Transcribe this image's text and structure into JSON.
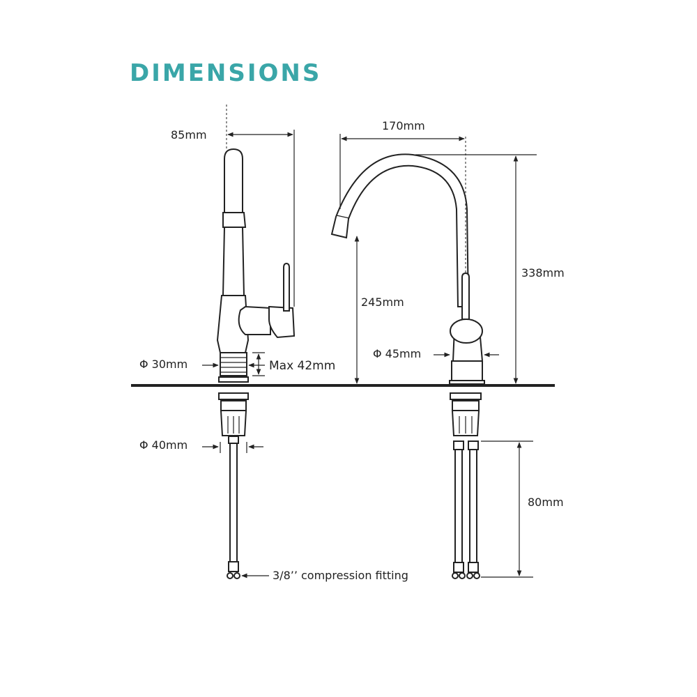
{
  "title": "DIMENSIONS",
  "labels": {
    "reach": "85mm",
    "spout_reach": "170mm",
    "total_height": "338mm",
    "spout_height": "245mm",
    "hole_diameter": "Φ 30mm",
    "base_diameter": "Φ 45mm",
    "max_thickness": "Max  42mm",
    "nut_diameter": "Φ 40mm",
    "hose_length": "80mm",
    "fitting": "3/8’’ compression fitting"
  }
}
